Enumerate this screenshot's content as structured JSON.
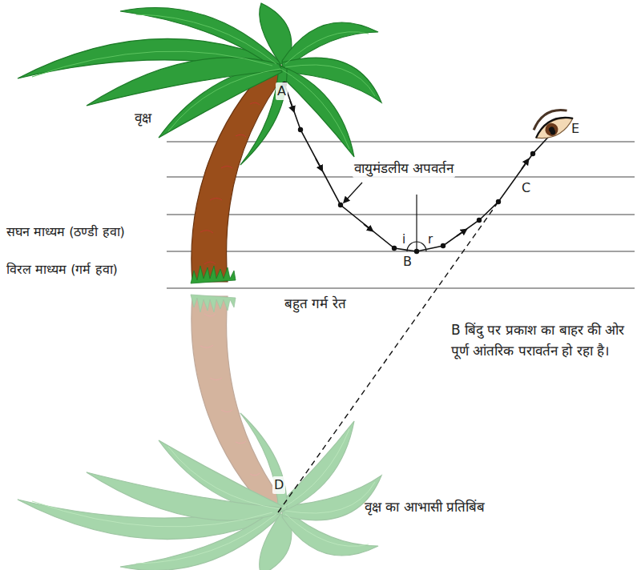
{
  "diagram": {
    "labels": [
      "वृक्ष",
      "A",
      "E",
      "वायुमंडलीय अपवर्तन",
      "सघन माध्यम (ठण्डी हवा)",
      "i",
      "r",
      "C",
      "विरल माध्यम (गर्म हवा)",
      "B",
      "बहुत गर्म रेत",
      "B बिंदु पर प्रकाश का बाहर की ओर पूर्ण आंतरिक परावर्तन हो रहा है।",
      "D",
      "वृक्ष का आभासी प्रतिबिंब"
    ]
  }
}
